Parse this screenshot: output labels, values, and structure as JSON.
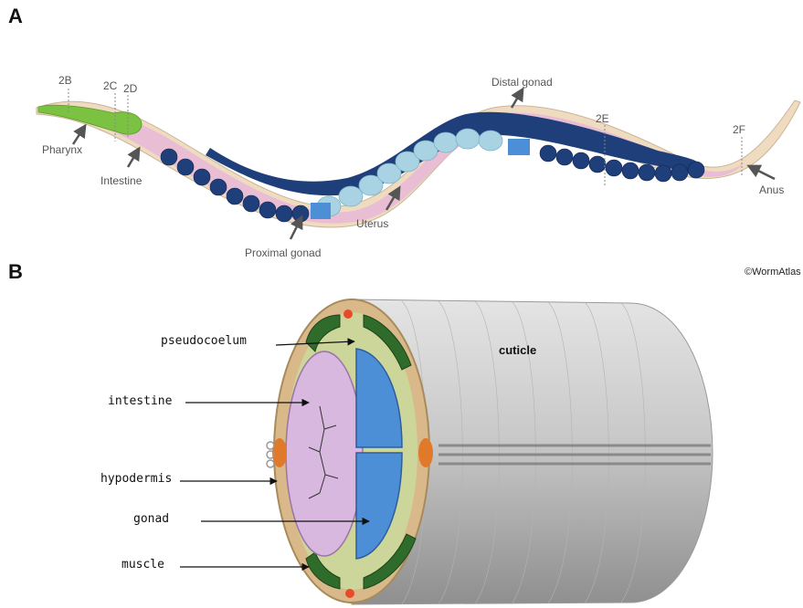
{
  "panel_a": {
    "letter": "A",
    "section_marks": [
      "2B",
      "2C",
      "2D",
      "2E",
      "2F"
    ],
    "labels": {
      "pharynx": "Pharynx",
      "intestine": "Intestine",
      "proximal_gonad": "Proximal gonad",
      "uterus": "Uterus",
      "distal_gonad": "Distal gonad",
      "anus": "Anus"
    },
    "credit": "©WormAtlas"
  },
  "panel_b": {
    "letter": "B",
    "labels": {
      "pseudocoelum": "pseudocoelum",
      "intestine": "intestine",
      "hypodermis": "hypodermis",
      "gonad": "gonad",
      "muscle": "muscle",
      "cuticle": "cuticle"
    }
  },
  "colors": {
    "pharynx": "#7cc242",
    "gonad": "#1e3f7a",
    "uterus": "#a9d3e3",
    "intestine": "#d9a6d6",
    "muscle": "#2f6b2a",
    "hypodermis_node": "#e07a2a",
    "cuticle": "#b8b8b8"
  }
}
